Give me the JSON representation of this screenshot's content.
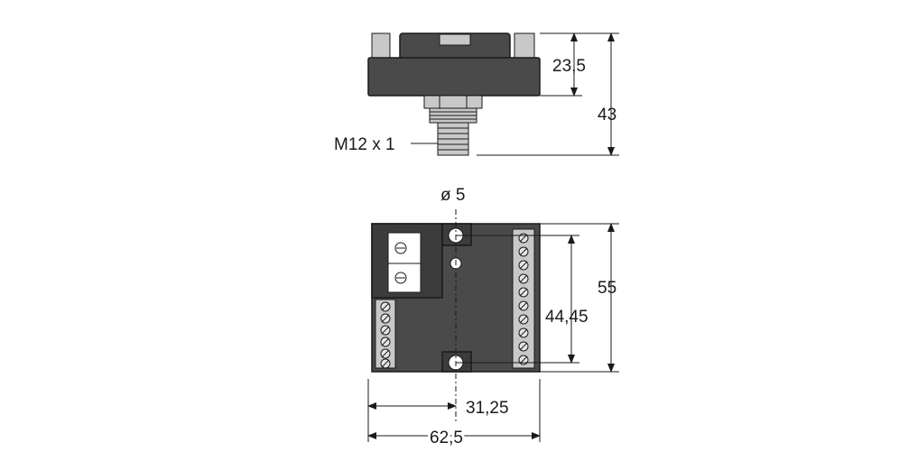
{
  "dimensions": {
    "top_view_height_upper": "23,5",
    "top_view_height_total": "43",
    "thread_label": "M12 x 1",
    "hole_diameter": "ø 5",
    "front_height_inner": "44,45",
    "front_height_total": "55",
    "width_half": "31,25",
    "width_total": "62,5"
  },
  "colors": {
    "housing": "#4a4a4a",
    "housing_dark": "#3c3c3c",
    "terminal_strip": "#c8c8c8",
    "line": "#1a1a1a"
  }
}
